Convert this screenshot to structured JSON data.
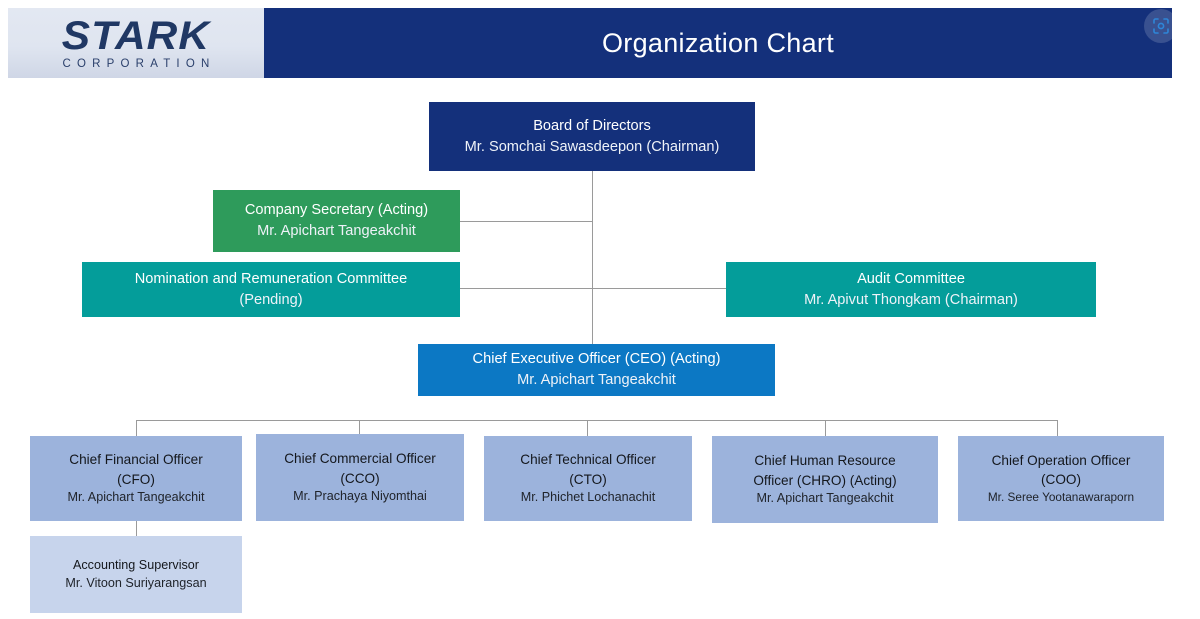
{
  "header": {
    "logo_main": "STARK",
    "logo_sub": "CORPORATION",
    "title": "Organization Chart",
    "capture_icon": "focus-scan-icon"
  },
  "colors": {
    "header_band": "#14307B",
    "board": "#14307B",
    "secretary": "#2E9B5B",
    "committee": "#049D9A",
    "ceo": "#0C78C4",
    "executive": "#9CB3DC",
    "supervisor": "#C7D4EC",
    "connector": "#9A9A9A"
  },
  "chart": {
    "board": {
      "title": "Board of Directors",
      "person": "Mr. Somchai Sawasdeepon (Chairman)"
    },
    "secretary": {
      "title": "Company Secretary (Acting)",
      "person": "Mr. Apichart Tangeakchit"
    },
    "nomination_committee": {
      "title": "Nomination and Remuneration Committee",
      "person": "(Pending)"
    },
    "audit_committee": {
      "title": "Audit Committee",
      "person": "Mr. Apivut Thongkam (Chairman)"
    },
    "ceo": {
      "title": "Chief Executive Officer (CEO) (Acting)",
      "person": "Mr. Apichart Tangeakchit"
    },
    "executives": [
      {
        "title_line1": "Chief Financial Officer",
        "title_line2": "(CFO)",
        "person": "Mr. Apichart Tangeakchit"
      },
      {
        "title_line1": "Chief Commercial Officer",
        "title_line2": "(CCO)",
        "person": "Mr. Prachaya Niyomthai"
      },
      {
        "title_line1": "Chief Technical Officer",
        "title_line2": "(CTO)",
        "person": "Mr. Phichet Lochanachit"
      },
      {
        "title_line1": "Chief Human Resource",
        "title_line2": "Officer (CHRO) (Acting)",
        "person": "Mr. Apichart Tangeakchit"
      },
      {
        "title_line1": "Chief Operation Officer",
        "title_line2": "(COO)",
        "person": "Mr. Seree Yootanawaraporn"
      }
    ],
    "accounting_supervisor": {
      "title": "Accounting Supervisor",
      "person": "Mr. Vitoon Suriyarangsan"
    }
  }
}
